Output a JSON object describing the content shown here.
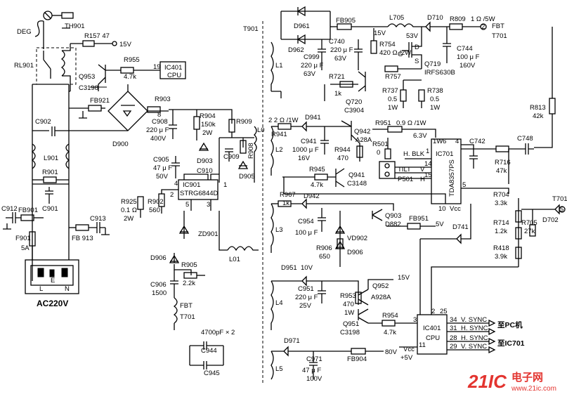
{
  "labels": {
    "deg": "DEG",
    "th901": "TH901",
    "r157": "R157 47",
    "v15a": "15V",
    "rl901": "RL901",
    "r955": "R955",
    "r955v": "4.7k",
    "ic401a": "IC401",
    "cpua": "CPU",
    "pin19": "19",
    "q953": "Q953",
    "c3198a": "C3198",
    "c902": "C902",
    "fb921": "FB921",
    "r903": "R903",
    "r903v": "8",
    "l901": "L901",
    "r901": "R901",
    "c901": "C901",
    "d900": "D900",
    "c912": "C912",
    "fb901": "FB901",
    "c913": "C913",
    "fb913": "FB 913",
    "f901": "F901",
    "f901v": "5A",
    "plug_l": "L",
    "plug_e": "E",
    "plug_n": "N",
    "ac220": "AC220V",
    "c908": "C908",
    "c908v1": "220 μ F",
    "c908v2": "400V",
    "r904": "R904",
    "r904v1": "150k",
    "r904v2": "2W",
    "r909": "R909",
    "r908": "R908",
    "l0": "L0",
    "c909": "C909",
    "d905": "D905",
    "c905": "C905",
    "c905v1": "47 μ F",
    "c905v2": "50V",
    "d903": "D903",
    "c910": "C910",
    "ic901": "IC901",
    "str": "STRG6844D",
    "p4": "4",
    "p1": "1",
    "p2": "2",
    "p5": "5",
    "p3": "3",
    "r925": "R925",
    "r925v1": "0.1 Ω",
    "r925v2": "2W",
    "r902": "R902",
    "r902v": "560",
    "zd901": "ZD901",
    "d906a": "D906",
    "r905": "R905",
    "r905v": "2.2k",
    "c906": "C906",
    "c906v": "1500",
    "fbt_a": "FBT",
    "t701_a": "T701",
    "l01": "L01",
    "c_pair": "4700pF × 2",
    "c944": "C944",
    "c945": "C945",
    "t901": "T901",
    "l1": "L1",
    "l2": "L2",
    "l3": "L3",
    "l4": "L4",
    "l5": "L5",
    "d961": "D961",
    "d962": "D962",
    "fb905": "FB905",
    "l705": "L705",
    "d710": "D710",
    "r809": "R809",
    "r809v": "1 Ω /5W",
    "fbt_b": "FBT",
    "t701_b": "T701",
    "node2": "2",
    "c740": "C740",
    "c740v1": "220 μ F",
    "c740v2": "63V",
    "c999": "C999",
    "c999v1": "220 μ F",
    "c999v2": "63V",
    "v15b": "15V",
    "r754": "R754",
    "r754v": "420 Ω /2W",
    "v53": "53V",
    "c744": "C744",
    "c744v1": "100 μ F",
    "c744v2": "160V",
    "mos_d": "D",
    "mos_g": "G",
    "mos_s": "S",
    "q719": "Q719",
    "irfs": "IRFS630B",
    "r757": "R757",
    "r721": "R721",
    "r721v": "1k",
    "q720": "Q720",
    "c3904": "C3904",
    "r737": "R737",
    "r737v1": "0.5",
    "r737v2": "1W",
    "r738": "R738",
    "r738v1": "0.5",
    "r738v2": "1W",
    "r813": "R813",
    "r813v": "42k",
    "r941": "R941",
    "r941v": "2 2 Ω /1W",
    "d941": "D941",
    "q942": "Q942",
    "a28a": "A28A",
    "c941": "C941",
    "c941v1": "1000 μ F",
    "c941v2": "16V",
    "r944": "R944",
    "r944v": "470",
    "r951": "R951",
    "r951v": "0.9 Ω /1W",
    "v63": "6.3V",
    "r501": "R501",
    "r501v": "0",
    "tilt": "TILT",
    "p501": "P501",
    "hblk": "H. BLK",
    "pin_v": "V",
    "pin_h": "H",
    "n1": "1",
    "n14": "14",
    "n15": "15",
    "n1w": "1W",
    "n6": "6",
    "n4": "4",
    "n5": "5",
    "n10": "10",
    "vcc": "Vcc",
    "ic701": "IC701",
    "tda": "TDA8357PS",
    "c742": "C742",
    "c748": "C748",
    "r716": "R716",
    "r716v": "47k",
    "r945": "R945",
    "r945v": "4.7k",
    "q941": "Q941",
    "c3148": "C3148",
    "r967": "R967",
    "r967v": "1k",
    "d942": "D942",
    "c954": "C954",
    "c954v": "100 μ F",
    "q903": "Q903",
    "d882": "D882",
    "fb951": "FB951",
    "v5": "5V",
    "vd902": "VD902",
    "d906b": "D906",
    "r906": "R906",
    "r906v": "650",
    "d951": "D951",
    "v10": "10V",
    "c951": "C951",
    "c951v1": "220 μ F",
    "c951v2": "25V",
    "r953": "R953",
    "r953v1": "470",
    "r953v2": "1W",
    "q952": "Q952",
    "v15c": "15V",
    "a928a": "A928A",
    "q951": "Q951",
    "c3198b": "C3198",
    "r954": "R954",
    "r954v": "4.7k",
    "d971": "D971",
    "c971": "C971",
    "c971v1": "47 μ F",
    "c971v2": "100V",
    "fb904": "FB904",
    "v80": "80V",
    "vcc5a": "Vcc",
    "vcc5b": "+5V",
    "ic401b": "IC401",
    "cpub": "CPU",
    "n3": "3",
    "n2": "2",
    "n25": "25",
    "n11": "11",
    "s34": "34",
    "vsync1": "V. SYNC",
    "s31": "31",
    "hsync1": "H. SYNC",
    "to_pc": "至PC机",
    "s28": "28",
    "hsync2": "H. SYNC",
    "s29": "29",
    "vsync2": "V. SYNC",
    "to_ic701": "至IC701",
    "r704": "R704",
    "r704v": "3.3k",
    "r714": "R714",
    "r714v": "1.2k",
    "r705": "R705",
    "r705v": "27k",
    "r418": "R418",
    "r418v": "3.9k",
    "d741": "D741",
    "t701_c": "T701",
    "d702": "D702",
    "node5": "5"
  },
  "watermark": {
    "brand": "21IC",
    "cn": "电子网",
    "url": "www.21ic.com"
  },
  "colors": {
    "ink": "#000000",
    "watermark": "#e3342f"
  }
}
